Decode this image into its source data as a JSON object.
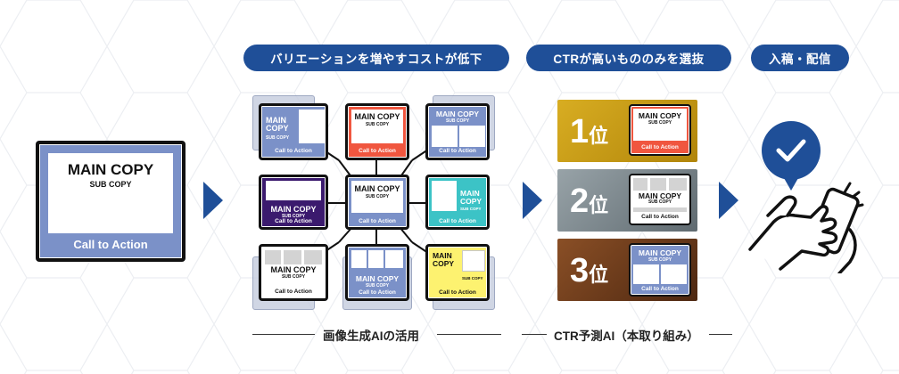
{
  "steps": [
    {
      "label": "バリエーションを増やすコストが低下"
    },
    {
      "label": "CTRが高いもののみを選抜"
    },
    {
      "label": "入稿・配信"
    }
  ],
  "captions": {
    "left": "画像生成AIの活用",
    "right": "CTR予測AI（本取り組み）"
  },
  "banner": {
    "main_copy": "MAIN COPY",
    "sub_copy": "SUB COPY",
    "cta": "Call to Action"
  },
  "ranks": [
    {
      "label": "1位",
      "num": "1",
      "unit": "位"
    },
    {
      "label": "2位",
      "num": "2",
      "unit": "位"
    },
    {
      "label": "3位",
      "num": "3",
      "unit": "位"
    }
  ],
  "icons": {
    "check": "check-icon",
    "hand_phone": "hand-phone-icon",
    "arrow": "chevron-right-icon"
  },
  "colors": {
    "navy": "#1f4f98",
    "banner_blue": "#7b91c8",
    "red": "#f0563f",
    "purple": "#3b1a6e",
    "teal": "#3cc3c6",
    "yellow": "#fdf270",
    "gold": "#c79b12",
    "silver": "#7c878c",
    "bronze": "#6b3a1a"
  }
}
